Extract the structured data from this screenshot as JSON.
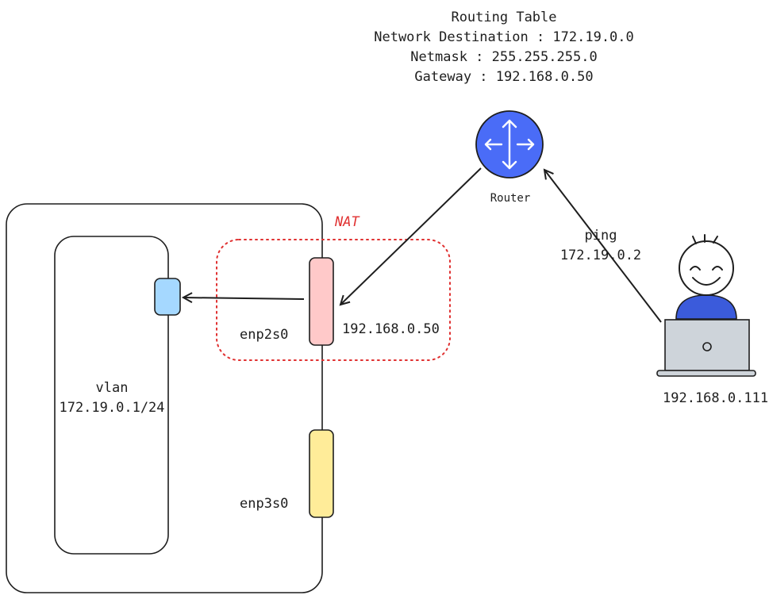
{
  "routing_table": {
    "title": "Routing Table",
    "destination": "Network Destination : 172.19.0.0",
    "netmask": "Netmask : 255.255.255.0",
    "gateway": "Gateway : 192.168.0.50"
  },
  "nat": {
    "label": "NAT"
  },
  "router": {
    "label": "Router"
  },
  "ping": {
    "line1": "ping",
    "line2": "172.19.0.2"
  },
  "vlan": {
    "line1": "vlan",
    "line2": "172.19.0.1/24"
  },
  "enp2s0": {
    "name": "enp2s0",
    "ip": "192.168.0.50"
  },
  "enp3s0": {
    "name": "enp3s0"
  },
  "laptop": {
    "ip": "192.168.0.111"
  },
  "colors": {
    "router": "#4a6cf7",
    "enp2s0_port": "#ffc9c9",
    "enp3s0_port": "#ffec99",
    "vlan_port": "#a5d8ff",
    "nat_border": "#e03131",
    "person_body": "#3b5bdb",
    "laptop": "#ced4da"
  }
}
